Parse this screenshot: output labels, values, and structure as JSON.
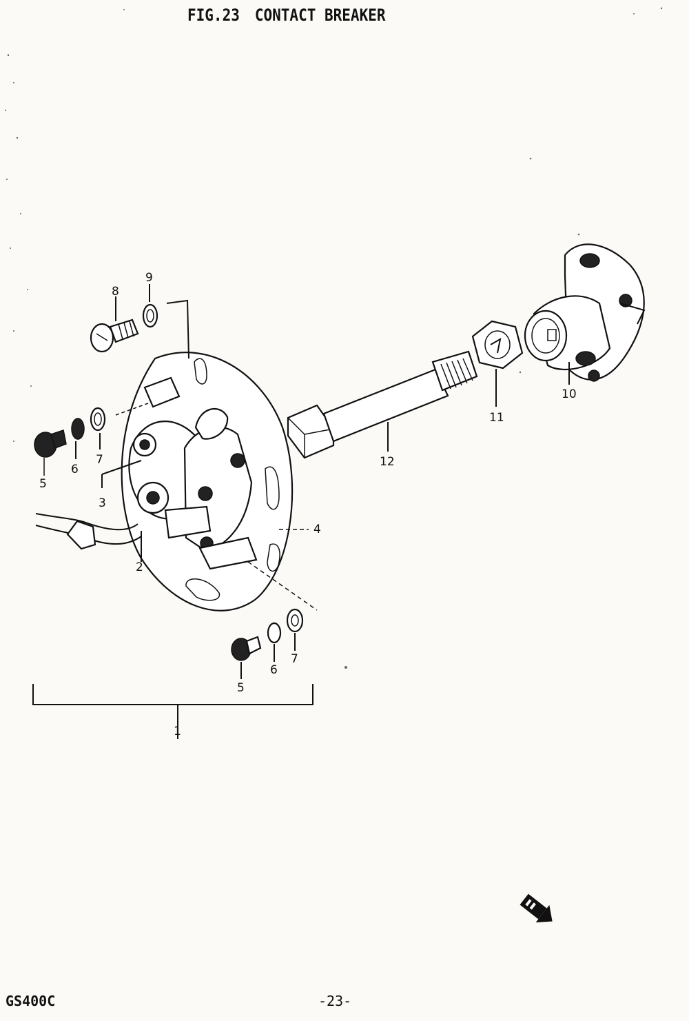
{
  "header": {
    "fig": "FIG.23",
    "title": "CONTACT BREAKER"
  },
  "callouts": {
    "c1": "1",
    "c2": "2",
    "c3": "3",
    "c4": "4",
    "c5a": "5",
    "c5b": "5",
    "c6a": "6",
    "c6b": "6",
    "c7a": "7",
    "c7b": "7",
    "c8": "8",
    "c9": "9",
    "c10": "10",
    "c11": "11",
    "c12": "12"
  },
  "footer": {
    "model": "GS400C",
    "page": "-23-"
  }
}
